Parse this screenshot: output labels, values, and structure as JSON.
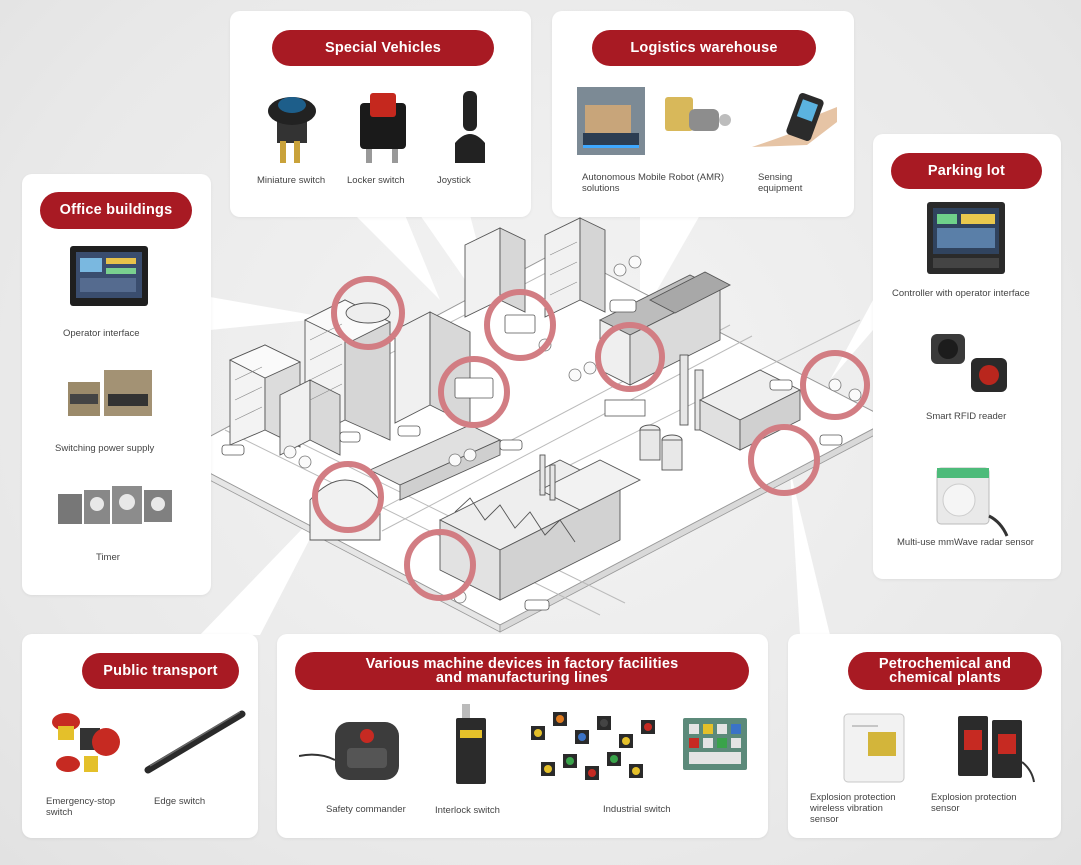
{
  "sections": {
    "special_vehicles": {
      "title": "Special Vehicles",
      "products": [
        "Miniature switch",
        "Locker switch",
        "Joystick"
      ]
    },
    "logistics_warehouse": {
      "title": "Logistics warehouse",
      "products": [
        "Autonomous Mobile Robot (AMR)\nsolutions",
        "Sensing\nequipment"
      ]
    },
    "office_buildings": {
      "title": "Office buildings",
      "products": [
        "Operator interface",
        "Switching power supply",
        "Timer"
      ]
    },
    "parking_lot": {
      "title": "Parking lot",
      "products": [
        "Controller with operator interface",
        "Smart RFID reader",
        "Multi-use mmWave radar sensor"
      ]
    },
    "public_transport": {
      "title": "Public transport",
      "products": [
        "Emergency-stop\nswitch",
        "Edge switch"
      ]
    },
    "factory": {
      "title": "Various machine devices in factory facilities\nand manufacturing lines",
      "products": [
        "Safety commander",
        "Interlock switch",
        "Industrial switch"
      ]
    },
    "petrochemical": {
      "title": "Petrochemical and\nchemical plants",
      "products": [
        "Explosion protection\nwireless vibration\nsensor",
        "Explosion protection\nsensor"
      ]
    }
  },
  "colors": {
    "accent": "#a81a23",
    "highlight_ring": "#c8545b",
    "card": "#ffffff",
    "background": "#ececec"
  }
}
